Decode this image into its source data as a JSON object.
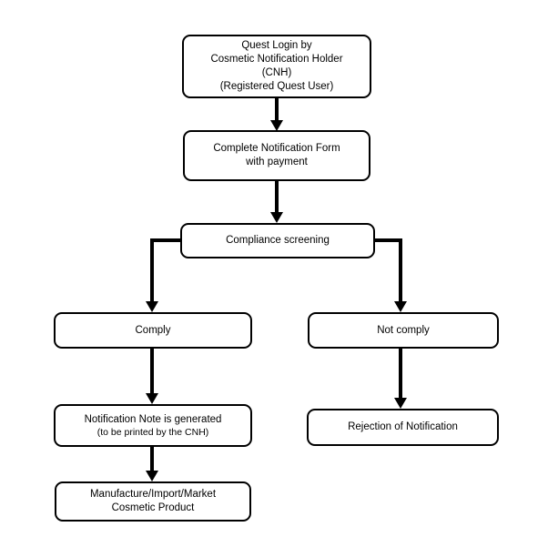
{
  "flowchart": {
    "nodes": {
      "quest_login": {
        "lines": [
          "Quest Login by",
          "Cosmetic Notification Holder",
          "(CNH)",
          "(Registered Quest User)"
        ]
      },
      "complete_form": {
        "lines": [
          "Complete Notification Form",
          "with payment"
        ]
      },
      "compliance": {
        "label": "Compliance screening"
      },
      "comply": {
        "label": "Comply"
      },
      "not_comply": {
        "label": "Not comply"
      },
      "notification_note": {
        "lines": [
          "Notification Note is generated",
          "(to be printed by the CNH)"
        ]
      },
      "manufacture": {
        "lines": [
          "Manufacture/Import/Market",
          "Cosmetic Product"
        ]
      },
      "rejection": {
        "label": "Rejection of Notification"
      }
    },
    "edges": [
      {
        "from": "quest_login",
        "to": "complete_form"
      },
      {
        "from": "complete_form",
        "to": "compliance"
      },
      {
        "from": "compliance",
        "to": "comply"
      },
      {
        "from": "compliance",
        "to": "not_comply"
      },
      {
        "from": "comply",
        "to": "notification_note"
      },
      {
        "from": "notification_note",
        "to": "manufacture"
      },
      {
        "from": "not_comply",
        "to": "rejection"
      }
    ],
    "colors": {
      "box_border": "#000000",
      "box_fill": "#ffffff",
      "arrow": "#000000",
      "text": "#000000",
      "background": "#ffffff"
    }
  }
}
